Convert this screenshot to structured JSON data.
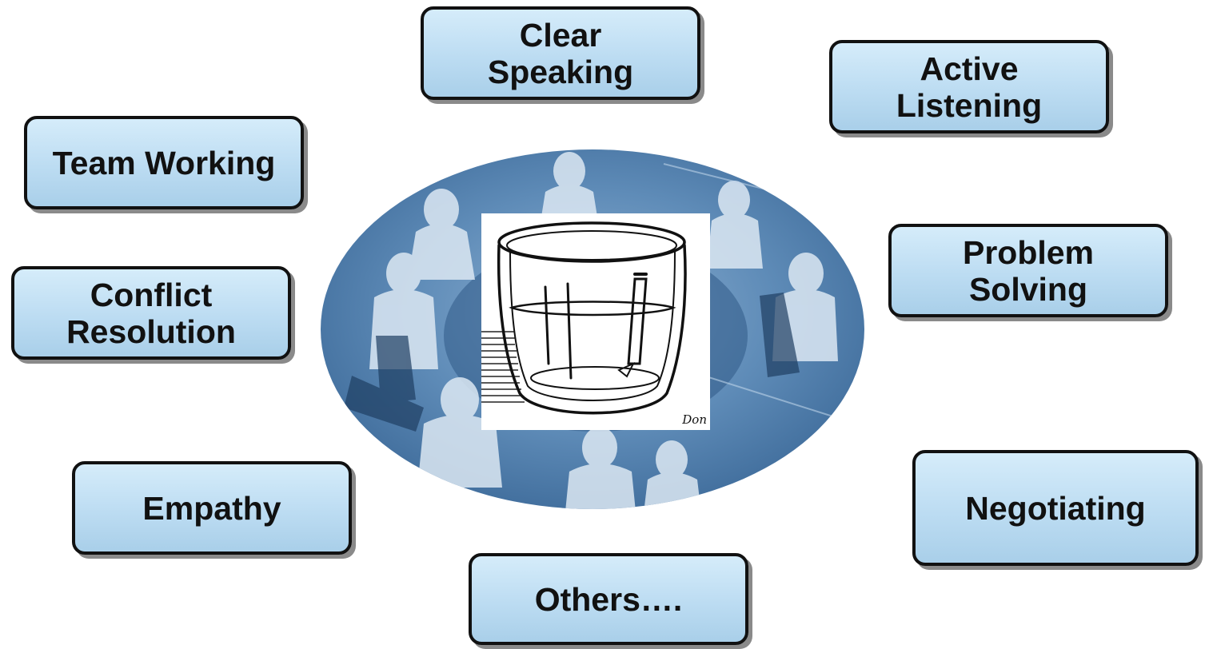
{
  "skills": {
    "clear_speaking": "Clear\nSpeaking",
    "active_listening": "Active\nListening",
    "team_working": "Team Working",
    "problem_solving": "Problem\nSolving",
    "conflict_resolution": "Conflict\nResolution",
    "empathy": "Empathy",
    "negotiating": "Negotiating",
    "others": "Others…."
  },
  "image": {
    "signature": "Don"
  },
  "colors": {
    "box_fill_top": "#d5ecfa",
    "box_fill_bottom": "#a9cfe9",
    "box_border": "#111111",
    "photo_tint": "#3f6f9f"
  }
}
